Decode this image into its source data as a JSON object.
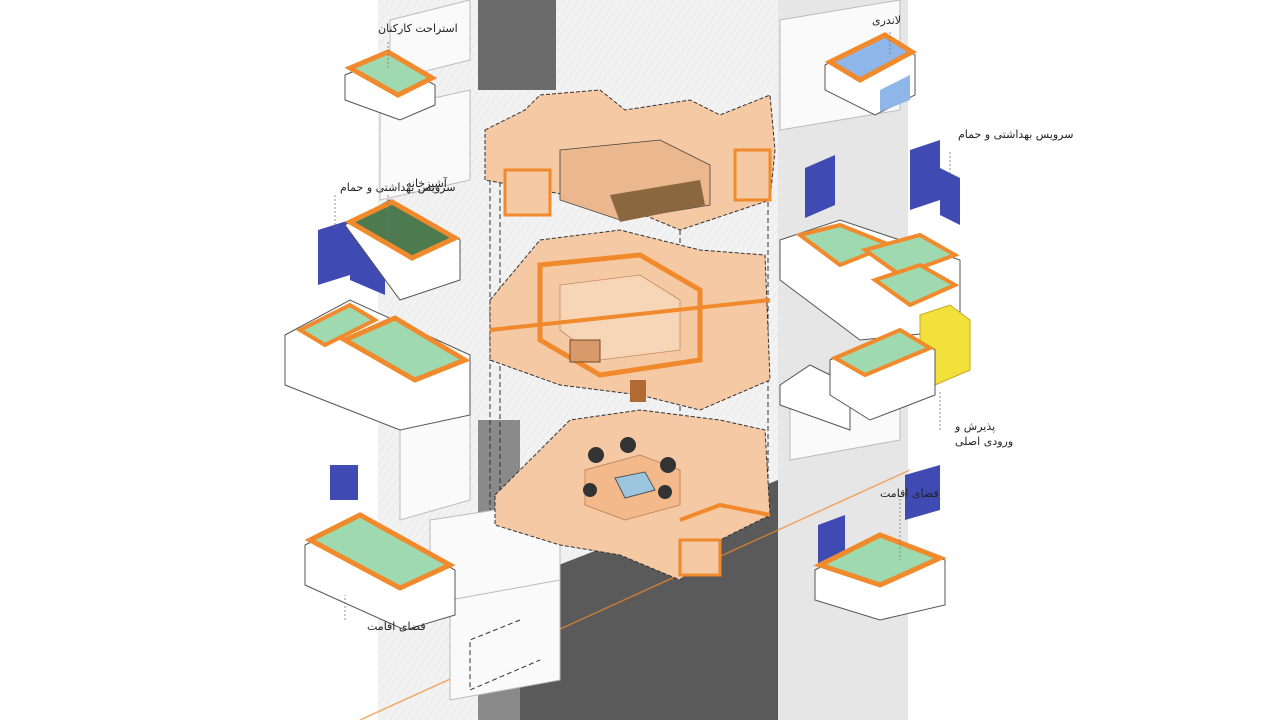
{
  "colors": {
    "orange": "#f08a2c",
    "peach": "#f5c9a3",
    "green": "#9fd9b0",
    "blue": "#3f4ab3",
    "yellow": "#f2e13a",
    "light_blue": "#8fb6e8",
    "dark_grey": "#5a5a5a",
    "wood": "#8b6740"
  },
  "labels": {
    "staff_rest": "استراحت کارکنان",
    "laundry": "لاندری",
    "sanitary_right": "سرویس بهداشتی و حمام",
    "kitchen": "آشپزخانه",
    "sanitary_left": "سرویس بهداشتی و حمام",
    "reception_line1": "پذیرش و",
    "reception_line2": "ورودی اصلی",
    "residence_right": "فضای اقامت",
    "residence_left": "فضای اقامت"
  }
}
